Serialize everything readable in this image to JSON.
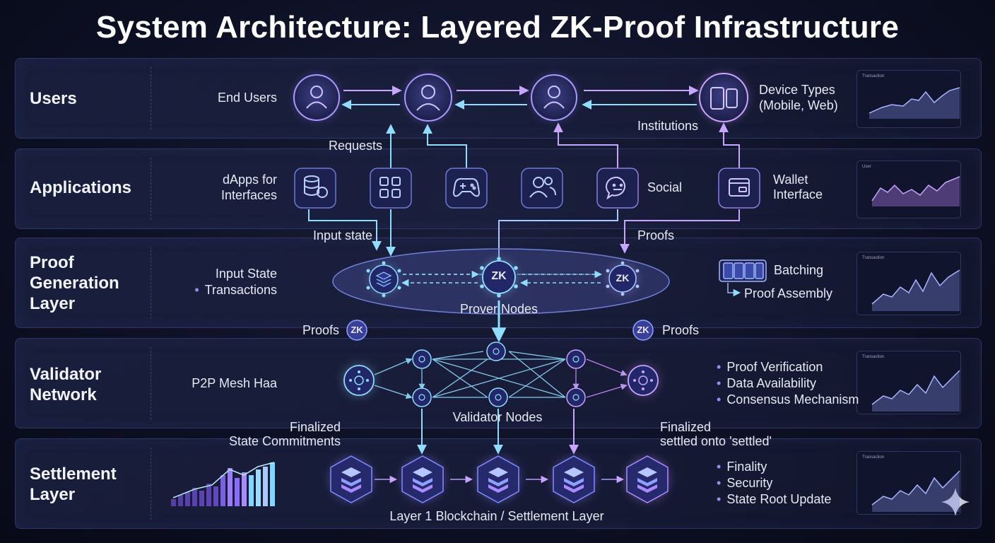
{
  "title": "System Architecture: Layered ZK-Proof Infrastructure",
  "layers": [
    {
      "name": "Users"
    },
    {
      "name": "Applications"
    },
    {
      "name": "Proof Generation Layer"
    },
    {
      "name": "Validator Network"
    },
    {
      "name": "Settlement Layer"
    }
  ],
  "users": {
    "end_users": "End Users",
    "device_types_line1": "Device Types",
    "device_types_line2": "(Mobile, Web)",
    "institutions": "Institutions",
    "requests": "Requests"
  },
  "applications": {
    "dapps_line1": "dApps for",
    "dapps_line2": "Interfaces",
    "social": "Social",
    "wallet_line1": "Wallet",
    "wallet_line2": "Interface",
    "input_state": "Input state",
    "proofs": "Proofs"
  },
  "proof_generation": {
    "input_state": "Input State",
    "transactions": "Transactions",
    "prover_nodes": "Prover Nodes",
    "batching": "Batching",
    "proof_assembly": "Proof Assembly",
    "zk": "ZK",
    "proofs_left": "Proofs",
    "proofs_right": "Proofs"
  },
  "validator": {
    "p2p_mesh": "P2P Mesh Haa",
    "validator_nodes": "Validator Nodes",
    "bullets": [
      "Proof Verification",
      "Data Availability",
      "Consensus Mechanism"
    ],
    "finalized_left_1": "Finalized",
    "finalized_left_2": "State Commitments",
    "finalized_right_1": "Finalized",
    "finalized_right_2": "settled onto 'settled'"
  },
  "settlement": {
    "blockchain_label": "Layer 1 Blockchain / Settlement Layer",
    "bullets": [
      "Finality",
      "Security",
      "State Root Update"
    ]
  },
  "mini_charts": [
    {
      "label": "Transaction"
    },
    {
      "label": "User"
    },
    {
      "label": "Transaction"
    },
    {
      "label": "Transaction"
    },
    {
      "label": "Transaction"
    }
  ],
  "icons": {
    "users": [
      "person-icon",
      "user-avatar-icon",
      "person-icon",
      "devices-icon"
    ],
    "apps": [
      "database-coin-icon",
      "grid-apps-icon",
      "gamepad-icon",
      "people-icon",
      "chat-bubble-icon",
      "wallet-window-icon"
    ]
  },
  "colors": {
    "cyan": "#7fd6ff",
    "violet": "#b69bff",
    "pink": "#d889ff",
    "accent": "#8f7dff"
  }
}
